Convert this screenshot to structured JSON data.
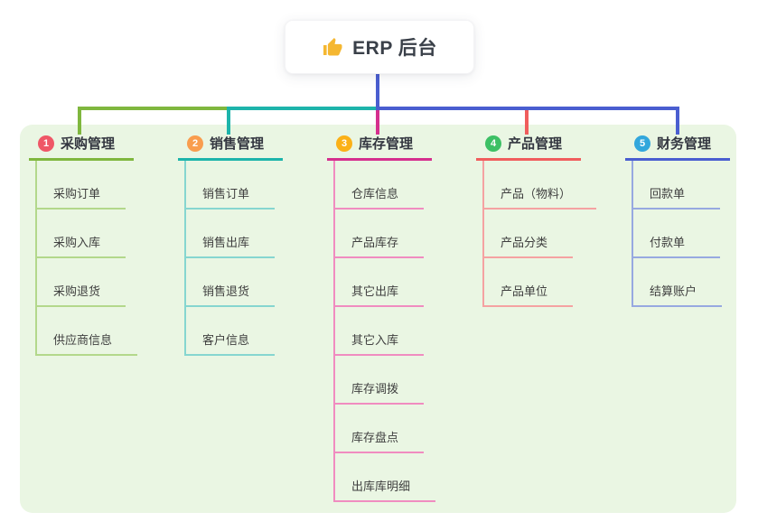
{
  "root": {
    "label": "ERP 后台",
    "icon": "thumbs-up-icon",
    "icon_color": "#f5b731",
    "connector_color": "#4a5ed0"
  },
  "palette": {
    "canvas_bg": "#ffffff",
    "panel_bg": "#eaf6e3",
    "header_text": "#333640",
    "child_text": "#3f3f3f"
  },
  "branches": [
    {
      "index": "1",
      "label": "采购管理",
      "badge_color": "#ef5767",
      "line_color": "#7fb73e",
      "child_line_color": "#b3d88b",
      "children": [
        "采购订单",
        "采购入库",
        "采购退货",
        "供应商信息"
      ]
    },
    {
      "index": "2",
      "label": "销售管理",
      "badge_color": "#f99d4e",
      "line_color": "#1db4ab",
      "child_line_color": "#86d6d0",
      "children": [
        "销售订单",
        "销售出库",
        "销售退货",
        "客户信息"
      ]
    },
    {
      "index": "3",
      "label": "库存管理",
      "badge_color": "#fbb117",
      "line_color": "#d52f8e",
      "child_line_color": "#f08cc0",
      "children": [
        "仓库信息",
        "产品库存",
        "其它出库",
        "其它入库",
        "库存调拨",
        "库存盘点",
        "出库库明细"
      ]
    },
    {
      "index": "4",
      "label": "产品管理",
      "badge_color": "#3dc065",
      "line_color": "#f05d5d",
      "child_line_color": "#f5a2a2",
      "children": [
        "产品（物料）",
        "产品分类",
        "产品单位"
      ]
    },
    {
      "index": "5",
      "label": "财务管理",
      "badge_color": "#32a7dc",
      "line_color": "#4a5ed0",
      "child_line_color": "#97a9e0",
      "children": [
        "回款单",
        "付款单",
        "结算账户"
      ]
    }
  ]
}
